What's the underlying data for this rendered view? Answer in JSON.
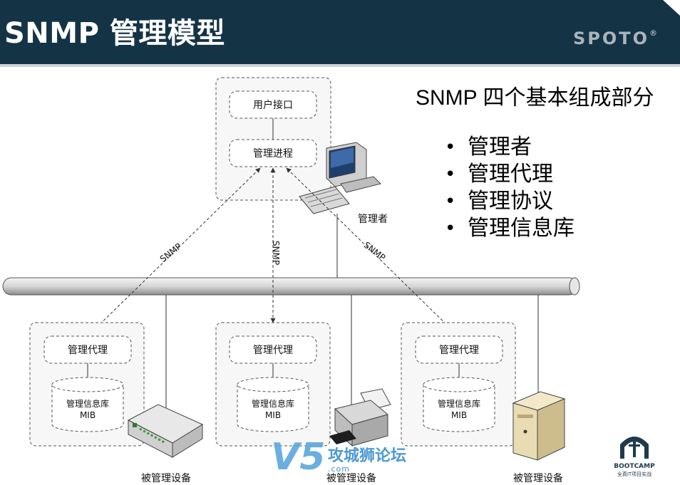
{
  "header": {
    "title": "SNMP 管理模型",
    "logo": "SPOTO",
    "logo_mark": "®"
  },
  "summary": {
    "heading": "SNMP 四个基本组成部分",
    "items": [
      "管理者",
      "管理代理",
      "管理协议",
      "管理信息库"
    ]
  },
  "manager": {
    "ui_label": "用户接口",
    "process_label": "管理进程",
    "caption": "管理者"
  },
  "protocol_label": "SNMP",
  "agents": [
    {
      "agent_label": "管理代理",
      "mib_line1": "管理信息库",
      "mib_line2": "MIB",
      "device_label": "被管理设备"
    },
    {
      "agent_label": "管理代理",
      "mib_line1": "管理信息库",
      "mib_line2": "MIB",
      "device_label": "被管理设备"
    },
    {
      "agent_label": "管理代理",
      "mib_line1": "管理信息库",
      "mib_line2": "MIB",
      "device_label": "被管理设备"
    }
  ],
  "watermark": {
    "mark": "V5",
    "text": "攻城狮论坛",
    "url": ".com"
  },
  "badge": {
    "label": "BOOTCAMP",
    "sub": "全真IT项目实战"
  },
  "colors": {
    "header_bg": "#143446",
    "logo": "#aab4bc"
  }
}
